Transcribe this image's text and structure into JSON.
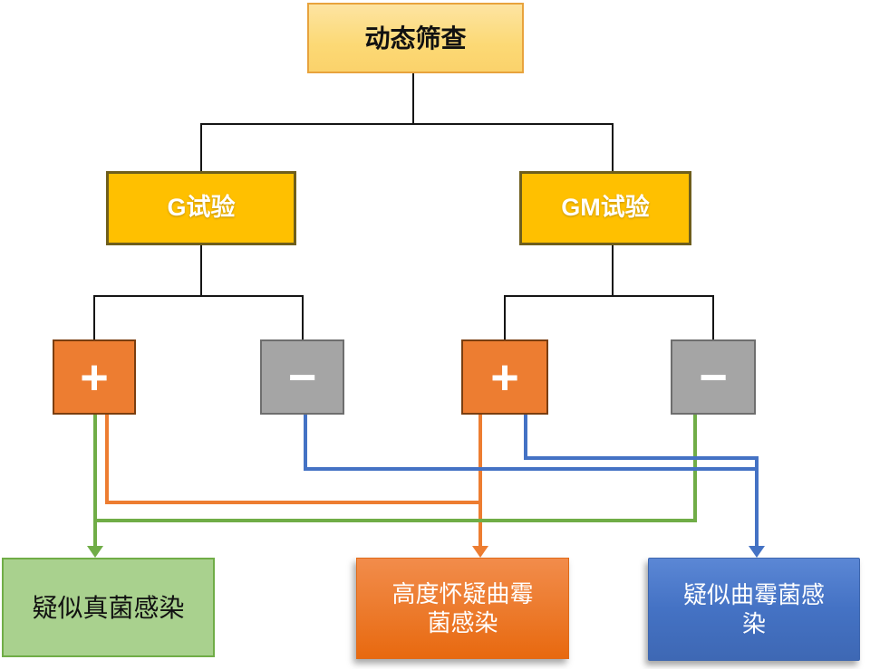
{
  "diagram": {
    "title_node": "dynamic-screening-flowchart",
    "nodes": {
      "screening": {
        "label": "动态筛查"
      },
      "g_test": {
        "label": "G试验"
      },
      "gm_test": {
        "label": "GM试验"
      },
      "g_positive": {
        "label": "+"
      },
      "g_negative": {
        "label": "−"
      },
      "gm_positive": {
        "label": "+"
      },
      "gm_negative": {
        "label": "−"
      },
      "suspected_fungal": {
        "label": "疑似真菌感染"
      },
      "high_suspect_aspergillus": {
        "label": "高度怀疑曲霉\n菌感染"
      },
      "suspected_aspergillus": {
        "label": "疑似曲霉菌感\n染"
      }
    },
    "edges": [
      {
        "from": "screening",
        "to": "g_test",
        "color": "black"
      },
      {
        "from": "screening",
        "to": "gm_test",
        "color": "black"
      },
      {
        "from": "g_test",
        "to": "g_positive",
        "color": "black"
      },
      {
        "from": "g_test",
        "to": "g_negative",
        "color": "black"
      },
      {
        "from": "gm_test",
        "to": "gm_positive",
        "color": "black"
      },
      {
        "from": "gm_test",
        "to": "gm_negative",
        "color": "black"
      },
      {
        "from": "g_positive",
        "to": "suspected_fungal",
        "color": "green"
      },
      {
        "from": "gm_negative",
        "to": "suspected_fungal",
        "color": "green"
      },
      {
        "from": "g_positive",
        "to": "high_suspect_aspergillus",
        "color": "orange"
      },
      {
        "from": "gm_positive",
        "to": "high_suspect_aspergillus",
        "color": "orange"
      },
      {
        "from": "g_negative",
        "to": "suspected_aspergillus",
        "color": "blue"
      },
      {
        "from": "gm_positive",
        "to": "suspected_aspergillus",
        "color": "blue"
      }
    ]
  },
  "colors": {
    "amber-border": "#E8A33D",
    "gold-fill": "#FFC000",
    "gold-border": "#6E5E1C",
    "plus-fill": "#ED7D31",
    "plus-border": "#7A3E10",
    "minus-fill": "#A5A5A5",
    "minus-border": "#6E6E6E",
    "green": "#70AD47",
    "green-fill": "#A9D18E",
    "orange": "#ED7D31",
    "blue": "#4472C4"
  }
}
